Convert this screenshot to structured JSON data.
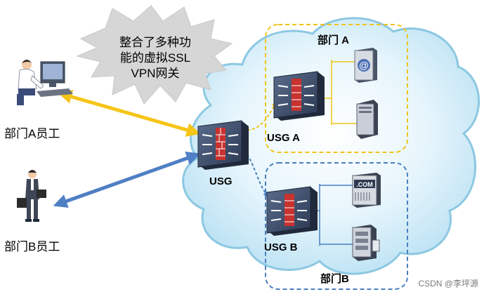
{
  "callout": {
    "lines": [
      "整合了多种功",
      "能的虚拟SSL",
      "VPN网关"
    ]
  },
  "devices": {
    "usg_main": "USG",
    "usg_a": "USG A",
    "usg_b": "USG B"
  },
  "departments": {
    "a": "部门 A",
    "b": "部门B"
  },
  "employees": {
    "a": "部门A员工",
    "b": "部门B员工"
  },
  "server_badges": {
    "mail": "@",
    "web": ".COM"
  },
  "watermark": "CSDN @李坪源",
  "colors": {
    "cloud": "#c9e7f5",
    "cloud_edge": "#7fbfdc",
    "dept_a_border": "#f0c419",
    "dept_b_border": "#4a7fbf",
    "arrow_a": "#f5c518",
    "arrow_b": "#4f7fc4",
    "burst": "#d9d9d9",
    "firewall_bg": "#3a4a68",
    "firewall_brick": "#c8322f"
  },
  "icons": [
    "mail-server-icon",
    "server-tower-icon",
    "web-server-icon",
    "rack-server-icon",
    "computer-user-icon",
    "business-user-icon",
    "firewall-icon"
  ]
}
